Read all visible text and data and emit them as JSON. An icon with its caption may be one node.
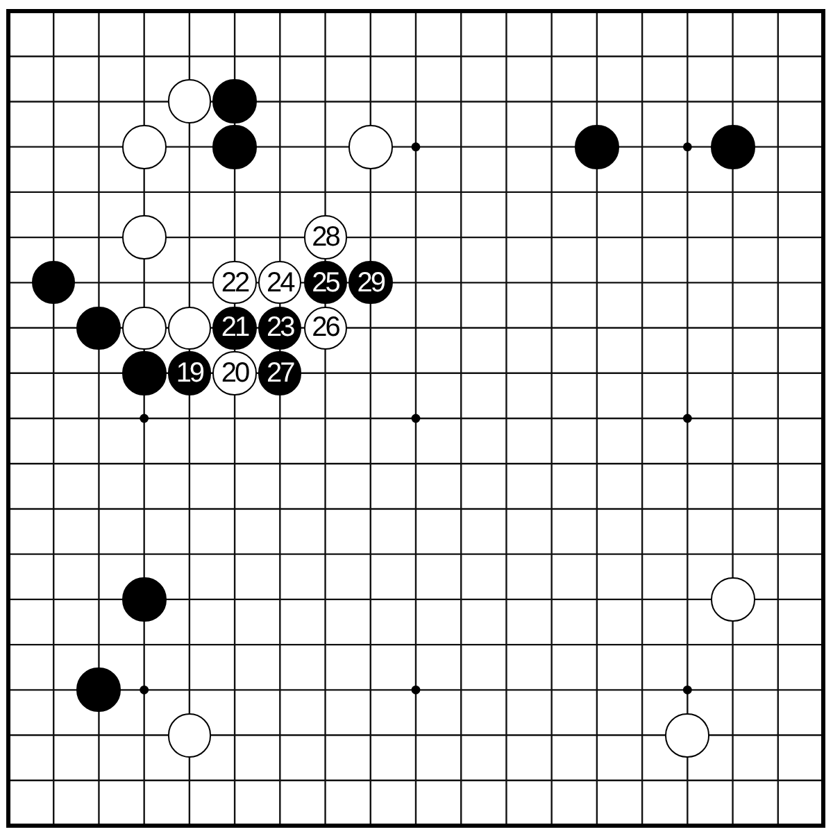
{
  "diagram": {
    "nodes": [
      {
        "text": [],
        "shape": "circle"
      },
      {
        "text": [],
        "shape": "circle"
      },
      {
        "text": [],
        "shape": "circle"
      },
      {
        "text": [],
        "shape": "circle"
      },
      {
        "text": [],
        "shape": "circle"
      },
      {
        "text": [],
        "shape": "circle"
      },
      {
        "text": [],
        "shape": "circle"
      },
      {
        "text": [],
        "shape": "circle"
      },
      {
        "text": [
          "28"
        ]
      },
      {
        "text": [],
        "shape": "circle"
      },
      {
        "text": [
          "22"
        ]
      },
      {
        "text": [
          "24"
        ]
      },
      {
        "text": [
          "25"
        ]
      },
      {
        "text": [
          "29"
        ]
      },
      {
        "text": [],
        "shape": "circle"
      },
      {
        "text": [],
        "shape": "circle"
      },
      {
        "text": [],
        "shape": "circle"
      },
      {
        "text": [
          "21"
        ]
      },
      {
        "text": [
          "23"
        ]
      },
      {
        "text": [
          "26"
        ]
      },
      {
        "text": [],
        "shape": "circle"
      },
      {
        "text": [
          "19"
        ]
      },
      {
        "text": [
          "20"
        ]
      },
      {
        "text": [
          "27"
        ]
      },
      {
        "text": [],
        "shape": "circle"
      },
      {
        "text": [],
        "shape": "circle"
      },
      {
        "text": [],
        "shape": "circle"
      },
      {
        "text": [],
        "shape": "circle"
      },
      {
        "text": [],
        "shape": "circle"
      }
    ]
  }
}
